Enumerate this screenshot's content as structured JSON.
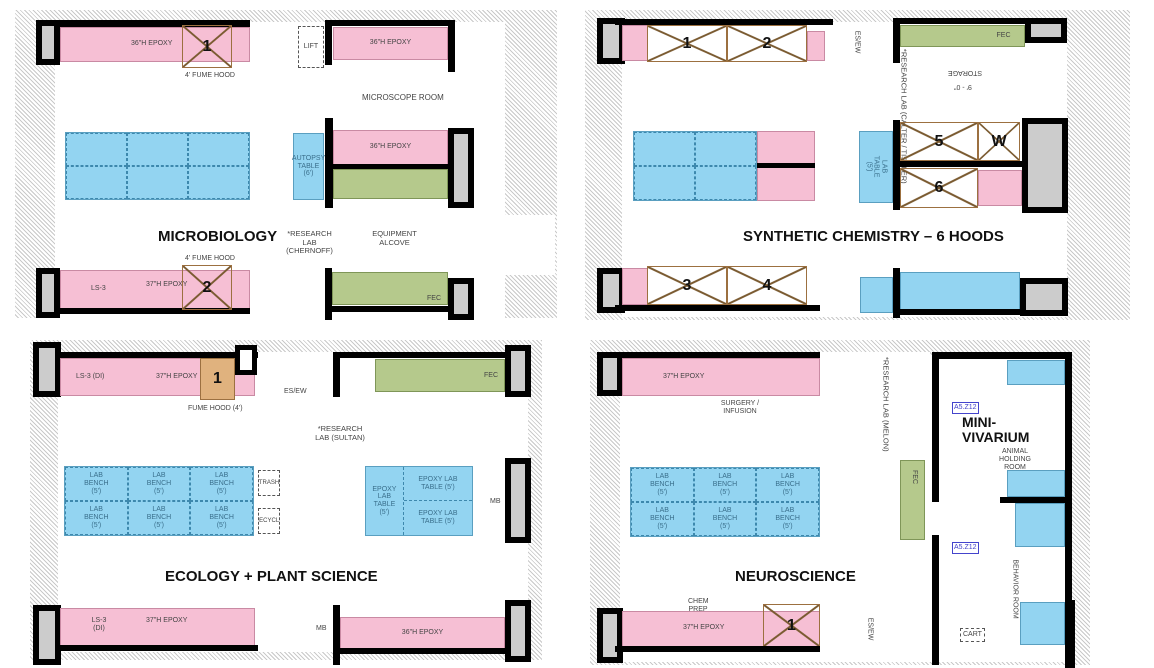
{
  "colors": {
    "casework_pink": "#f6bfd4",
    "bench_blue": "#93d4f1",
    "fume_hood_tan": "#e0b27e",
    "equipment_green": "#b5c98c",
    "wall": "#000000"
  },
  "microbiology": {
    "title": "MICROBIOLOGY",
    "hood1_number": "1",
    "hood2_number": "2",
    "hood1_label": "4' FUME HOOD",
    "hood2_label": "4' FUME HOOD",
    "microscope_room": "MICROSCOPE ROOM",
    "epoxy_top": "36\"H EPOXY",
    "epoxy_mid": "36\"H EPOXY",
    "lift": "LIFT",
    "autopsy_table": "AUTOPSY TABLE (6')",
    "research_lab": "*RESEARCH LAB (CHERNOFF)",
    "equipment_alcove": "EQUIPMENT ALCOVE",
    "ls_bottom": "LS-3",
    "epoxy_bottom": "37\"H EPOXY",
    "fec": "FEC"
  },
  "synthetic_chemistry": {
    "title": "SYNTHETIC CHEMISTRY – 6 HOODS",
    "hoods": [
      "1",
      "2",
      "3",
      "4",
      "5",
      "6"
    ],
    "w_label": "W",
    "fec": "FEC",
    "storage": "STORAGE",
    "storage_dim": "9' - 0\"",
    "research_lab": "*RESEARCH LAB (CALTER / TISHLER)",
    "eseye": "ES/EW",
    "lab_table": "LAB TABLE (5')"
  },
  "ecology": {
    "title": "ECOLOGY + PLANT SCIENCE",
    "hood_number": "1",
    "hood_label": "FUME HOOD (4')",
    "ls_top": "LS-3 (DI)",
    "epoxy_top": "37\"H EPOXY",
    "fec": "FEC",
    "eseye": "ES/EW",
    "research_lab": "*RESEARCH LAB (SULTAN)",
    "benches": [
      "LAB BENCH (5')",
      "LAB BENCH (5')",
      "LAB BENCH (5')",
      "LAB BENCH (5')",
      "LAB BENCH (5')",
      "LAB BENCH (5')"
    ],
    "trash": "TRASH",
    "recycle": "RECYCLE",
    "epoxy_tables": [
      "EPOXY LAB TABLE (5')",
      "EPOXY LAB TABLE (5')",
      "EPOXY LAB TABLE (5')"
    ],
    "mb": "MB",
    "mb2": "MB",
    "ls_bottom": "LS-3 (DI)",
    "epoxy_bottom": "37\"H EPOXY",
    "epoxy_bottom_right": "36\"H EPOXY"
  },
  "neuroscience": {
    "title": "NEUROSCIENCE",
    "hood_number": "1",
    "surgery": "SURGERY / INFUSION",
    "epoxy_top": "37\"H EPOXY",
    "benches": [
      "LAB BENCH (5')",
      "LAB BENCH (5')",
      "LAB BENCH (5')",
      "LAB BENCH (5')",
      "LAB BENCH (5')",
      "LAB BENCH (5')"
    ],
    "chem_prep": "CHEM PREP",
    "epoxy_bottom": "37\"H EPOXY",
    "research_lab": "*RESEARCH LAB (MELON)",
    "fec": "FEC",
    "eseye": "ES/EW",
    "vivarium": "MINI-VIVARIUM",
    "behavior_room": "BEHAVIOR ROOM",
    "holding_room": "ANIMAL HOLDING ROOM",
    "tag1": "A5.Z12",
    "tag2": "A5.Z12",
    "cart": "CART"
  }
}
